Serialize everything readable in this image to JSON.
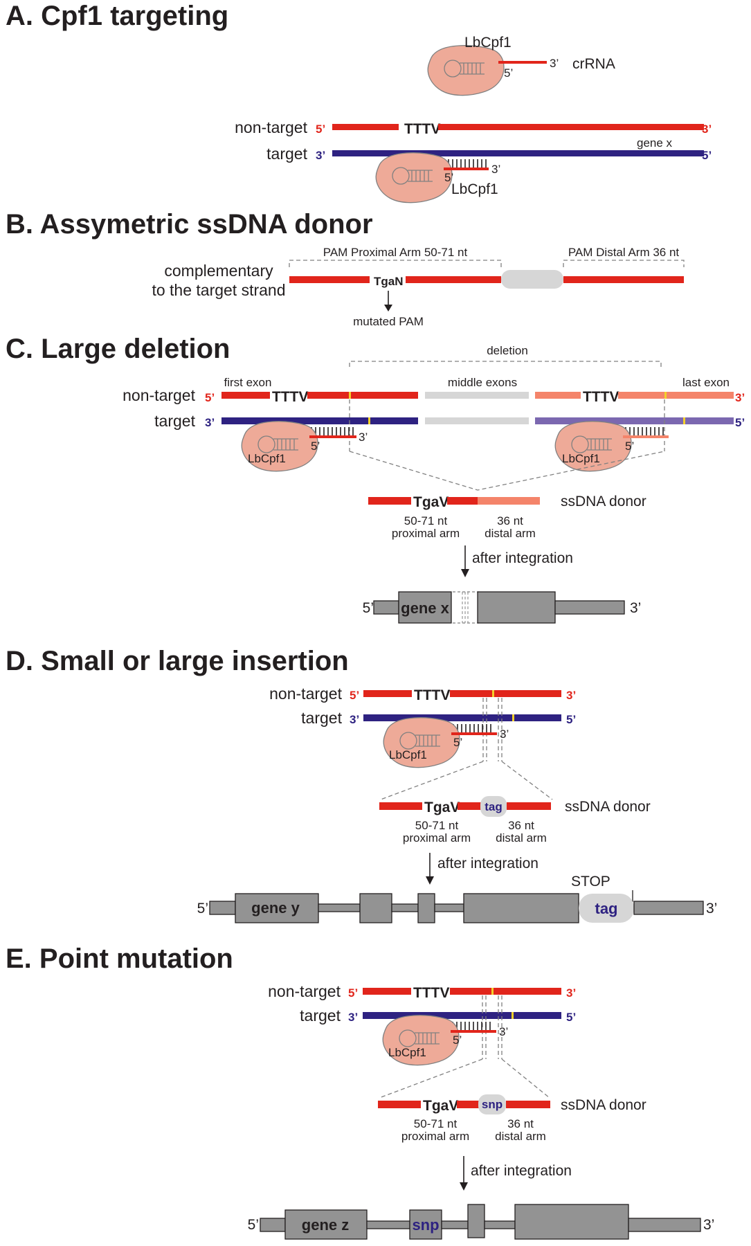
{
  "sections": {
    "a": {
      "title": "A. Cpf1 targeting",
      "protein": "LbCpf1",
      "crrna": "crRNA",
      "end5": "5’",
      "end3": "3’",
      "nontarget": "non-target",
      "target": "target",
      "pam": "TTTV",
      "gene": "gene x",
      "protein2": "LbCpf1"
    },
    "b": {
      "title": "B. Assymetric ssDNA donor",
      "complementary1": "complementary",
      "complementary2": "to the target strand",
      "proximal": "PAM Proximal Arm 50-71 nt",
      "distal": "PAM Distal Arm 36 nt",
      "pam_mut": "TgaN",
      "mutated": "mutated PAM"
    },
    "c": {
      "title": "C. Large deletion",
      "deletion": "deletion",
      "first_exon": "first exon",
      "middle_exons": "middle exons",
      "last_exon": "last exon",
      "nontarget": "non-target",
      "target": "target",
      "pam": "TTTV",
      "protein": "LbCpf1",
      "donor_pam": "TgaV",
      "donor": "ssDNA donor",
      "prox1": "50-71 nt",
      "prox2": "proximal arm",
      "dist1": "36 nt",
      "dist2": "distal arm",
      "after": "after integration",
      "gene": "gene x"
    },
    "d": {
      "title": "D. Small or large insertion",
      "nontarget": "non-target",
      "target": "target",
      "pam": "TTTV",
      "protein": "LbCpf1",
      "donor_pam": "TgaV",
      "tag": "tag",
      "donor": "ssDNA donor",
      "prox1": "50-71 nt",
      "prox2": "proximal arm",
      "dist1": "36 nt",
      "dist2": "distal arm",
      "after": "after integration",
      "gene": "gene y",
      "stop": "STOP"
    },
    "e": {
      "title": "E. Point mutation",
      "nontarget": "non-target",
      "target": "target",
      "pam": "TTTV",
      "protein": "LbCpf1",
      "donor_pam": "TgaV",
      "snp": "snp",
      "donor": "ssDNA donor",
      "prox1": "50-71 nt",
      "prox2": "proximal arm",
      "dist1": "36 nt",
      "dist2": "distal arm",
      "after": "after integration",
      "gene": "gene z"
    }
  },
  "colors": {
    "nontarget_strand": "#e1251b",
    "target_strand": "#2e2281",
    "exon": "#939393",
    "protein": "#eeaa98",
    "pam_site": "#f3d02a"
  }
}
